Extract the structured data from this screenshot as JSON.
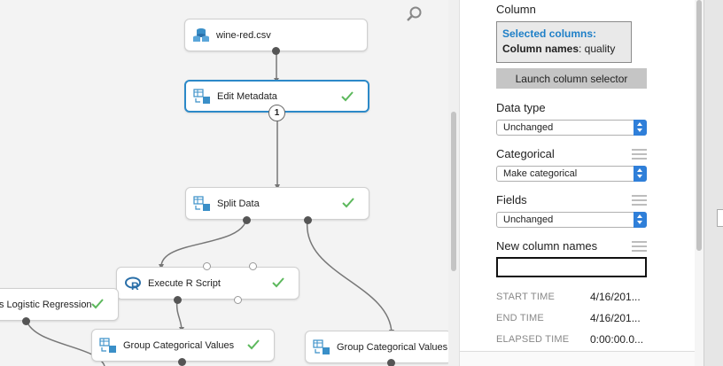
{
  "canvas": {
    "nodes": {
      "wine_csv": "wine-red.csv",
      "edit_metadata": "Edit Metadata",
      "split_data": "Split Data",
      "execute_r": "Execute R Script",
      "logistic": "s Logistic Regression",
      "group_cat_1": "Group Categorical Values",
      "group_cat_2": "Group Categorical Values"
    },
    "badge_number": "1"
  },
  "panel": {
    "column_label": "Column",
    "selected_title": "Selected columns:",
    "column_names_key": "Column names",
    "column_names_value": ": quality",
    "launch_button": "Launch column selector",
    "data_type_label": "Data type",
    "data_type_value": "Unchanged",
    "categorical_label": "Categorical",
    "categorical_value": "Make categorical",
    "fields_label": "Fields",
    "fields_value": "Unchanged",
    "new_names_label": "New column names",
    "new_names_value": "",
    "stats": [
      {
        "label": "START TIME",
        "value": "4/16/201..."
      },
      {
        "label": "END TIME",
        "value": "4/16/201..."
      },
      {
        "label": "ELAPSED TIME",
        "value": "0:00:00.0..."
      }
    ]
  },
  "colors": {
    "selected_border": "#2c89c8",
    "accent_blue": "#1e7fc7",
    "check_green": "#5cb85c",
    "select_arrow": "#2f7fd9"
  }
}
